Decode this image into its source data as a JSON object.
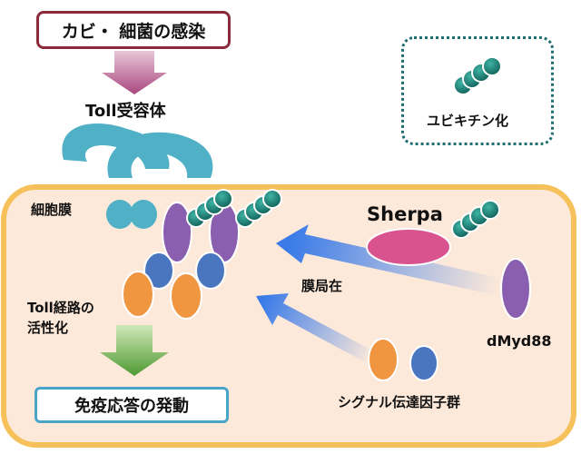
{
  "labels": {
    "infection": "カビ・ 細菌の感染",
    "toll_receptor": "Toll受容体",
    "cell_membrane": "細胞膜",
    "toll_pathway_activation": "Toll経路の\n活性化",
    "immune_response": "免疫応答の発動",
    "membrane_localization": "膜局在",
    "sherpa": "Sherpa",
    "dmyd88": "dMyd88",
    "signaling_factors": "シグナル伝達因子群",
    "ubiquitination_legend": "ユビキチン化"
  },
  "colors": {
    "infection_border": "#8a2a3a",
    "top_arrow": "#a8477e",
    "receptor": "#4fb0c6",
    "cell_fill": "#fde9da",
    "cell_border": "#f6c15a",
    "ubiquitin": "#1f8a80",
    "ubiquitin_dark": "#0f5e57",
    "purple_protein": "#8a5fb0",
    "blue_protein": "#4a76c0",
    "orange_protein": "#f09640",
    "sherpa": "#d9548f",
    "localization_arrow": "#3a7be8",
    "activation_arrow": "#5aa83c",
    "response_border": "#4aa3c8",
    "legend_border": "#1f6e72"
  }
}
